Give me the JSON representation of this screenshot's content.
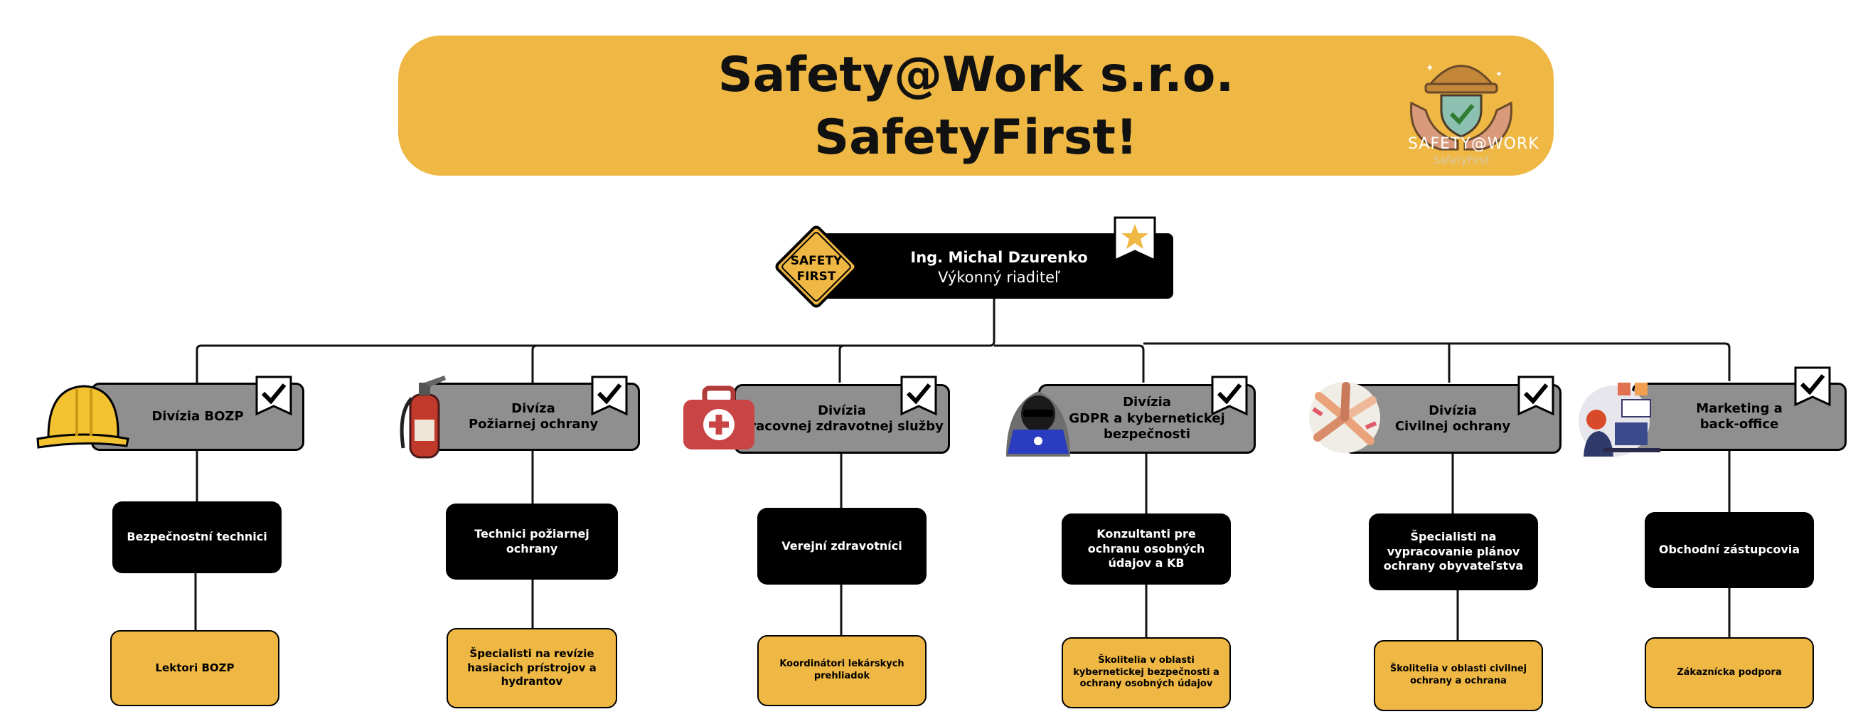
{
  "header": {
    "title_line1": "Safety@Work s.r.o.",
    "title_line2": "SafetyFirst!",
    "logo_text": "SAFETY@WORK",
    "logo_subtext": "SafetyFirst",
    "logo_icon": "helmet-hands-shield-icon"
  },
  "executive": {
    "name": "Ing. Michal Dzurenko",
    "role": "Výkonný riaditeľ",
    "sign_text_1": "SAFETY",
    "sign_text_2": "FIRST",
    "badge_icon": "star-icon"
  },
  "colors": {
    "yellow": "#efb743",
    "gray": "#8f8f8f",
    "black": "#000000"
  },
  "divisions": [
    {
      "name": "Divízia BOZP",
      "icon": "hard-hat-icon",
      "team": "Bezpečnostní technici",
      "subteam": "Lektori BOZP"
    },
    {
      "name": "Divíza\nPožiarnej ochrany",
      "icon": "fire-extinguisher-icon",
      "team": "Technici požiarnej ochrany",
      "subteam": "Špecialisti na revízie hasiacich prístrojov a hydrantov"
    },
    {
      "name": "Divízia\nPracovnej zdravotnej služby",
      "icon": "first-aid-kit-icon",
      "team": "Verejní zdravotníci",
      "subteam": "Koordinátori lekárskych prehliadok"
    },
    {
      "name": "Divízia\nGDPR a kybernetickej bezpečnosti",
      "icon": "hacker-laptop-icon",
      "team": "Konzultanti pre ochranu osobných údajov a KB",
      "subteam": "Školitelia v oblasti kybernetickej bezpečnosti a ochrany osobných údajov"
    },
    {
      "name": "Divízia\nCivilnej ochrany",
      "icon": "joined-hands-icon",
      "team": "Špecialisti na vypracovanie plánov ochrany obyvateľstva",
      "subteam": "Školitelia v oblasti civilnej ochrany a ochrana"
    },
    {
      "name": "Marketing a\nback-office",
      "icon": "office-worker-icon",
      "team": "Obchodní zástupcovia",
      "subteam": "Zákaznícka podpora"
    }
  ]
}
